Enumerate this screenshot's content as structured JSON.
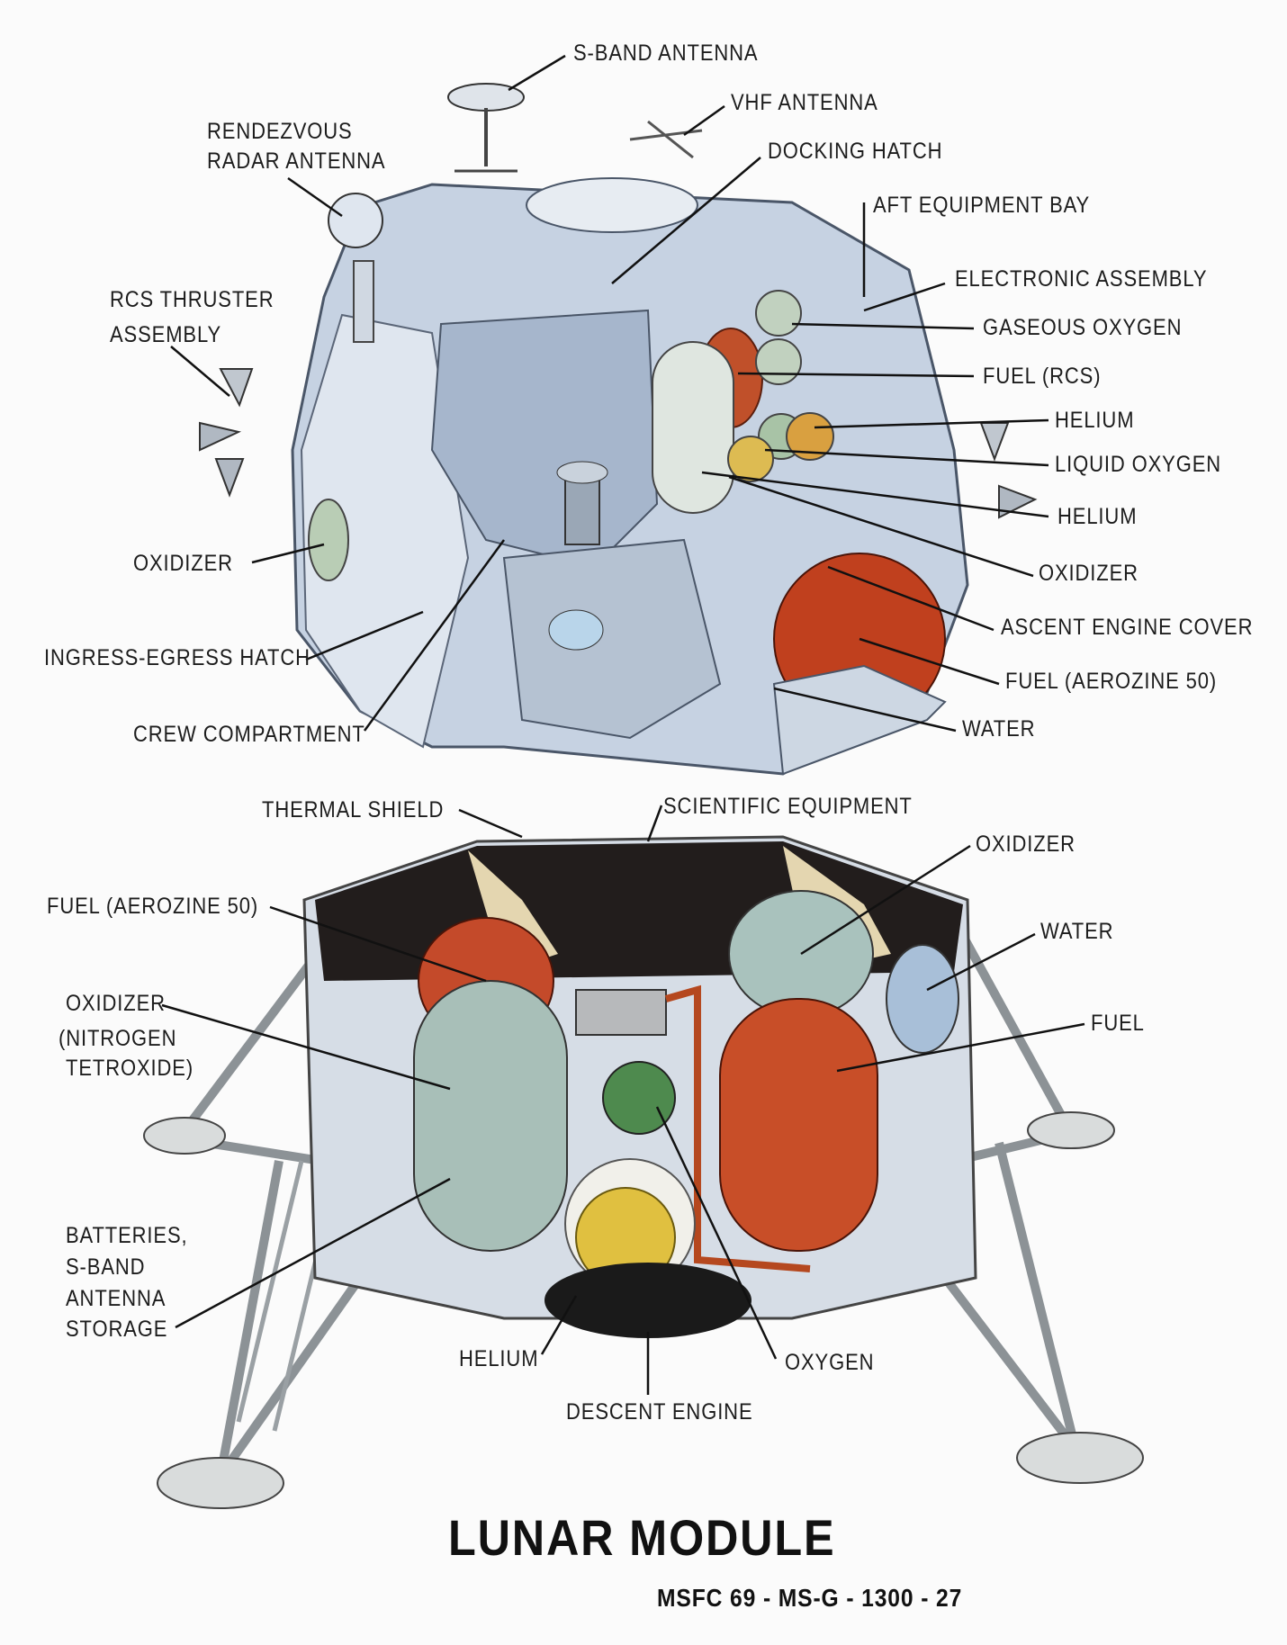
{
  "title": "LUNAR MODULE",
  "document_code": "MSFC 69 - MS-G - 1300 - 27",
  "ascent_stage_labels": {
    "s_band_antenna": "S-BAND ANTENNA",
    "vhf_antenna": "VHF ANTENNA",
    "rendezvous_radar_antenna_1": "RENDEZVOUS",
    "rendezvous_radar_antenna_2": "RADAR ANTENNA",
    "docking_hatch": "DOCKING HATCH",
    "aft_equipment_bay": "AFT EQUIPMENT BAY",
    "electronic_assembly": "ELECTRONIC ASSEMBLY",
    "rcs_thruster_1": "RCS THRUSTER",
    "rcs_thruster_2": "ASSEMBLY",
    "gaseous_oxygen": "GASEOUS OXYGEN",
    "fuel_rcs": "FUEL (RCS)",
    "helium_1": "HELIUM",
    "liquid_oxygen": "LIQUID OXYGEN",
    "helium_2": "HELIUM",
    "oxidizer_left": "OXIDIZER",
    "oxidizer_right": "OXIDIZER",
    "ascent_engine_cover": "ASCENT ENGINE COVER",
    "ingress_egress_hatch": "INGRESS-EGRESS HATCH",
    "fuel_aerozine": "FUEL (AEROZINE 50)",
    "crew_compartment": "CREW COMPARTMENT",
    "water": "WATER"
  },
  "descent_stage_labels": {
    "thermal_shield": "THERMAL SHIELD",
    "scientific_equipment": "SCIENTIFIC EQUIPMENT",
    "oxidizer": "OXIDIZER",
    "fuel_aerozine": "FUEL (AEROZINE 50)",
    "water": "WATER",
    "oxidizer_nt_1": "OXIDIZER",
    "oxidizer_nt_2": "(NITROGEN",
    "oxidizer_nt_3": "TETROXIDE)",
    "fuel": "FUEL",
    "batteries_1": "BATTERIES,",
    "batteries_2": "S-BAND",
    "batteries_3": "ANTENNA",
    "batteries_4": "STORAGE",
    "helium": "HELIUM",
    "oxygen": "OXYGEN",
    "descent_engine": "DESCENT ENGINE"
  }
}
